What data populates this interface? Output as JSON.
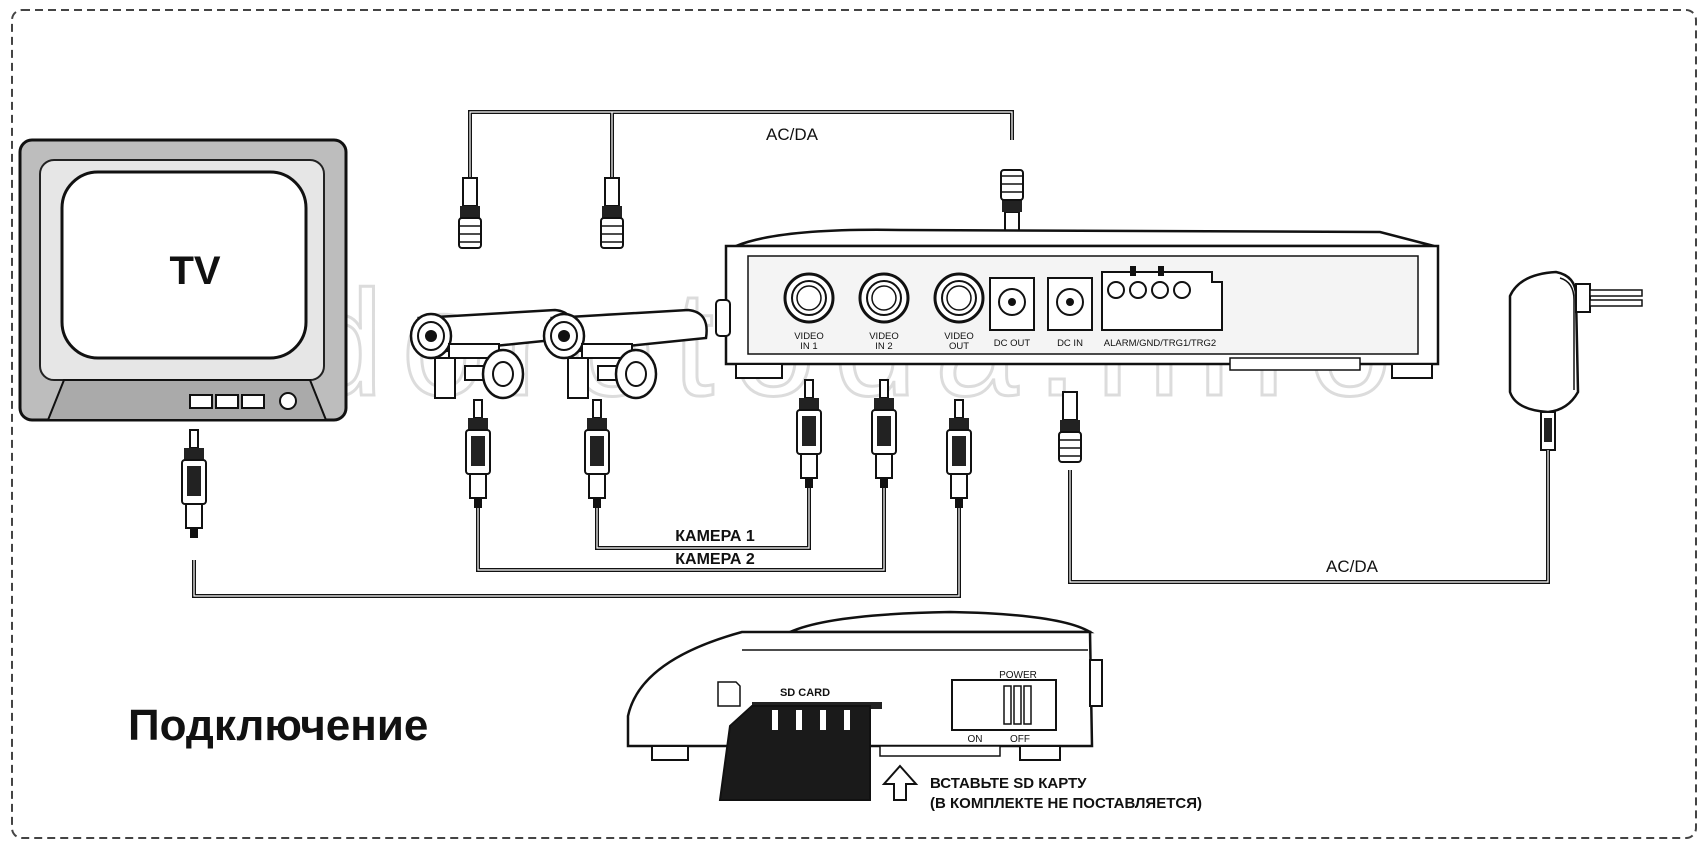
{
  "tv": {
    "label": "TV"
  },
  "cable_top": {
    "label": "AC/DA"
  },
  "cable_power": {
    "label": "AC/DA"
  },
  "cable_cam1": {
    "label": "КАМЕРА 1"
  },
  "cable_cam2": {
    "label": "КАМЕРА 2"
  },
  "dvr": {
    "ports": {
      "video_in1": [
        "VIDEO",
        "IN 1"
      ],
      "video_in2": [
        "VIDEO",
        "IN 2"
      ],
      "video_out": [
        "VIDEO",
        "OUT"
      ],
      "dc_out": "DC OUT",
      "dc_in": "DC IN",
      "alarm": "ALARM/GND/TRG1/TRG2"
    }
  },
  "front_unit": {
    "sd_card": "SD CARD",
    "power": "POWER",
    "on": "ON",
    "off": "OFF"
  },
  "title": "Подключение",
  "note": {
    "line1": "ВСТАВЬТЕ SD КАРТУ",
    "line2": "(В КОМПЛЕКТЕ НЕ ПОСТАВЛЯЕТСЯ)"
  },
  "watermark": "dorotoda.info"
}
